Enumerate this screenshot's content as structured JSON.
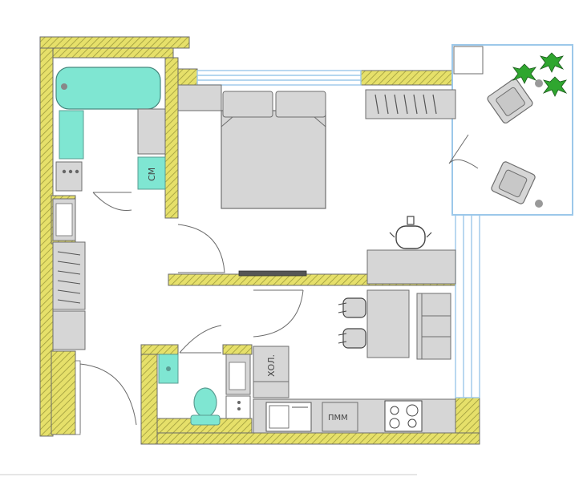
{
  "labels": {
    "washer": "СМ",
    "fridge": "ХОЛ.",
    "dishwasher": "ПММ"
  },
  "colors": {
    "wall_fill": "#e6e06a",
    "wall_stroke": "#6b6b6b",
    "furniture": "#d6d6d6",
    "furniture_stroke": "#6e6e6e",
    "plumbing": "#7fe6d2",
    "glass": "#9cc8ea",
    "plant": "#2fa62f"
  }
}
